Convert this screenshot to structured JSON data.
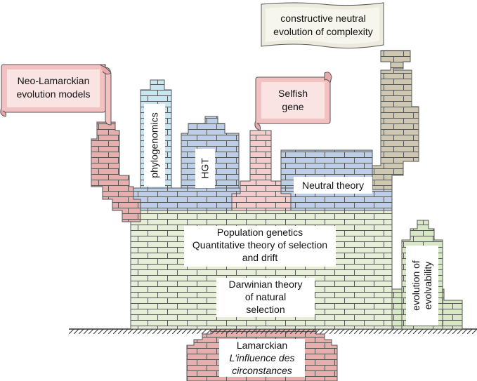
{
  "labels": {
    "lamarckian_line1": "Lamarckian",
    "lamarckian_line2": "L'influence des",
    "lamarckian_line3": "circonstances",
    "darwinian_line1": "Darwinian theory",
    "darwinian_line2": "of natural",
    "darwinian_line3": "selection",
    "popgen_line1": "Population genetics",
    "popgen_line2": "Quantitative  theory of selection",
    "popgen_line3": "and drift",
    "neutral": "Neutral theory",
    "phylogenomics": "phylogenomics",
    "hgt": "HGT",
    "evolvability": "evolution of evolvability",
    "neo_lamarck_line1": "Neo-Lamarckian",
    "neo_lamarck_line2": "evolution models",
    "selfish_line1": "Selfish",
    "selfish_line2": "gene",
    "cne_line1": "constructive  neutral",
    "cne_line2": "evolution of complexity"
  },
  "colors": {
    "red_brick": "#e7aeae",
    "green_brick": "#e6efd5",
    "blue_brick": "#bccee8",
    "lightblue_brick": "#c8e6f0",
    "pink_brick": "#f4cccc",
    "khaki_brick": "#cfc8b0",
    "evolvability_brick": "#d9e8c4",
    "mortar": "#555555",
    "scroll_pink": "#f3c1c1",
    "scroll_khaki": "#ecebdd"
  }
}
